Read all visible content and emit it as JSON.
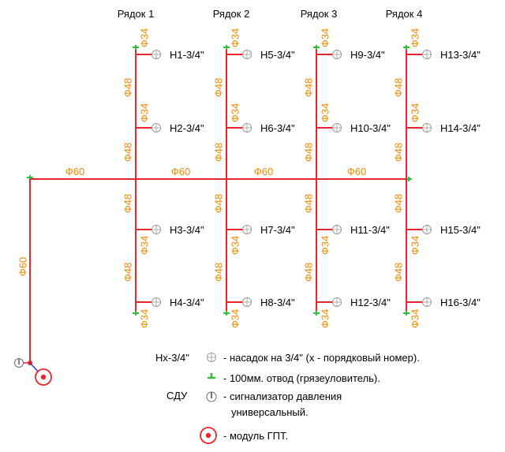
{
  "rows": [
    {
      "label": "Рядок 1",
      "nozzles": [
        "Н1-3/4\"",
        "Н2-3/4\"",
        "Н3-3/4\"",
        "Н4-3/4\""
      ]
    },
    {
      "label": "Рядок 2",
      "nozzles": [
        "Н5-3/4\"",
        "Н6-3/4\"",
        "Н7-3/4\"",
        "Н8-3/4\""
      ]
    },
    {
      "label": "Рядок 3",
      "nozzles": [
        "Н9-3/4\"",
        "Н10-3/4\"",
        "Н11-3/4\"",
        "Н12-3/4\""
      ]
    },
    {
      "label": "Рядок 4",
      "nozzles": [
        "Н13-3/4\"",
        "Н14-3/4\"",
        "Н15-3/4\"",
        "Н16-3/4\""
      ]
    }
  ],
  "pipe_labels": {
    "d60": "Ф60",
    "d48": "Ф48",
    "d34": "Ф34"
  },
  "legend": {
    "nozzle_key": "Нх-3/4\"",
    "nozzle_desc": "- насадок на 3/4\" (х - порядковый номер).",
    "drain_desc": "- 100мм. отвод (грязеуловитель).",
    "sdu_key": "СДУ",
    "sdu_desc_1": "- сигнализатор давления",
    "sdu_desc_2": "универсальный.",
    "module_desc": "- модуль ГПТ."
  },
  "colors": {
    "pipe": "#e8262b",
    "label": "#f08a00",
    "drain": "#2fbf3a",
    "text": "#000000",
    "riser_link": "#3c2fd6"
  },
  "icons": {
    "nozzle": "nozzle-icon",
    "drain": "drain-tee-icon",
    "sdu": "pressure-switch-icon",
    "module": "gpt-module-icon"
  }
}
